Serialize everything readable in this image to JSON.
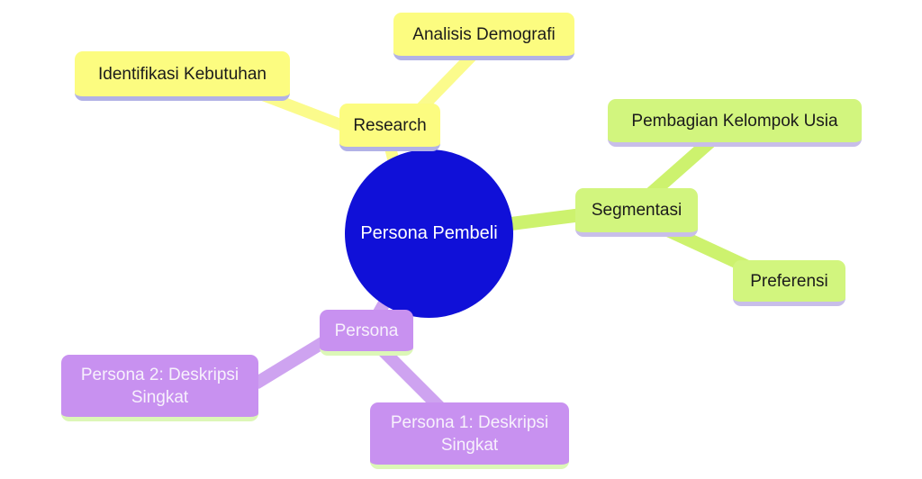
{
  "diagram": {
    "type": "mindmap",
    "root": {
      "label": "Persona Pembeli"
    },
    "branches": [
      {
        "id": "research",
        "label": "Research",
        "color_scheme": "yellow",
        "children": [
          {
            "id": "analisis-demografi",
            "label": "Analisis Demografi"
          },
          {
            "id": "identifikasi-kebutuhan",
            "label": "Identifikasi Kebutuhan"
          }
        ]
      },
      {
        "id": "segmentasi",
        "label": "Segmentasi",
        "color_scheme": "green",
        "children": [
          {
            "id": "pembagian-kelompok-usia",
            "label": "Pembagian Kelompok Usia"
          },
          {
            "id": "preferensi",
            "label": "Preferensi"
          }
        ]
      },
      {
        "id": "persona",
        "label": "Persona",
        "color_scheme": "purple",
        "children": [
          {
            "id": "persona-2",
            "label": "Persona 2: Deskripsi Singkat"
          },
          {
            "id": "persona-1",
            "label": "Persona 1: Deskripsi Singkat"
          }
        ]
      }
    ]
  },
  "palette": {
    "background": "#FFFFFF",
    "root_fill": "#1010D8",
    "root_text": "#FFFFFF",
    "branch_yellow_fill": "#FCFC80",
    "branch_yellow_edge": "#FBFB8C",
    "branch_yellow_underline": "#B2B2E6",
    "branch_green_fill": "#D2F57E",
    "branch_green_edge": "#CDF26E",
    "branch_green_underline": "#C8BEE9",
    "branch_purple_fill": "#C891F0",
    "branch_purple_edge": "#CEA3F0",
    "branch_purple_underline": "#DCF7B7",
    "dark_text": "#1B1B1B",
    "light_text": "#F7F1FC"
  }
}
